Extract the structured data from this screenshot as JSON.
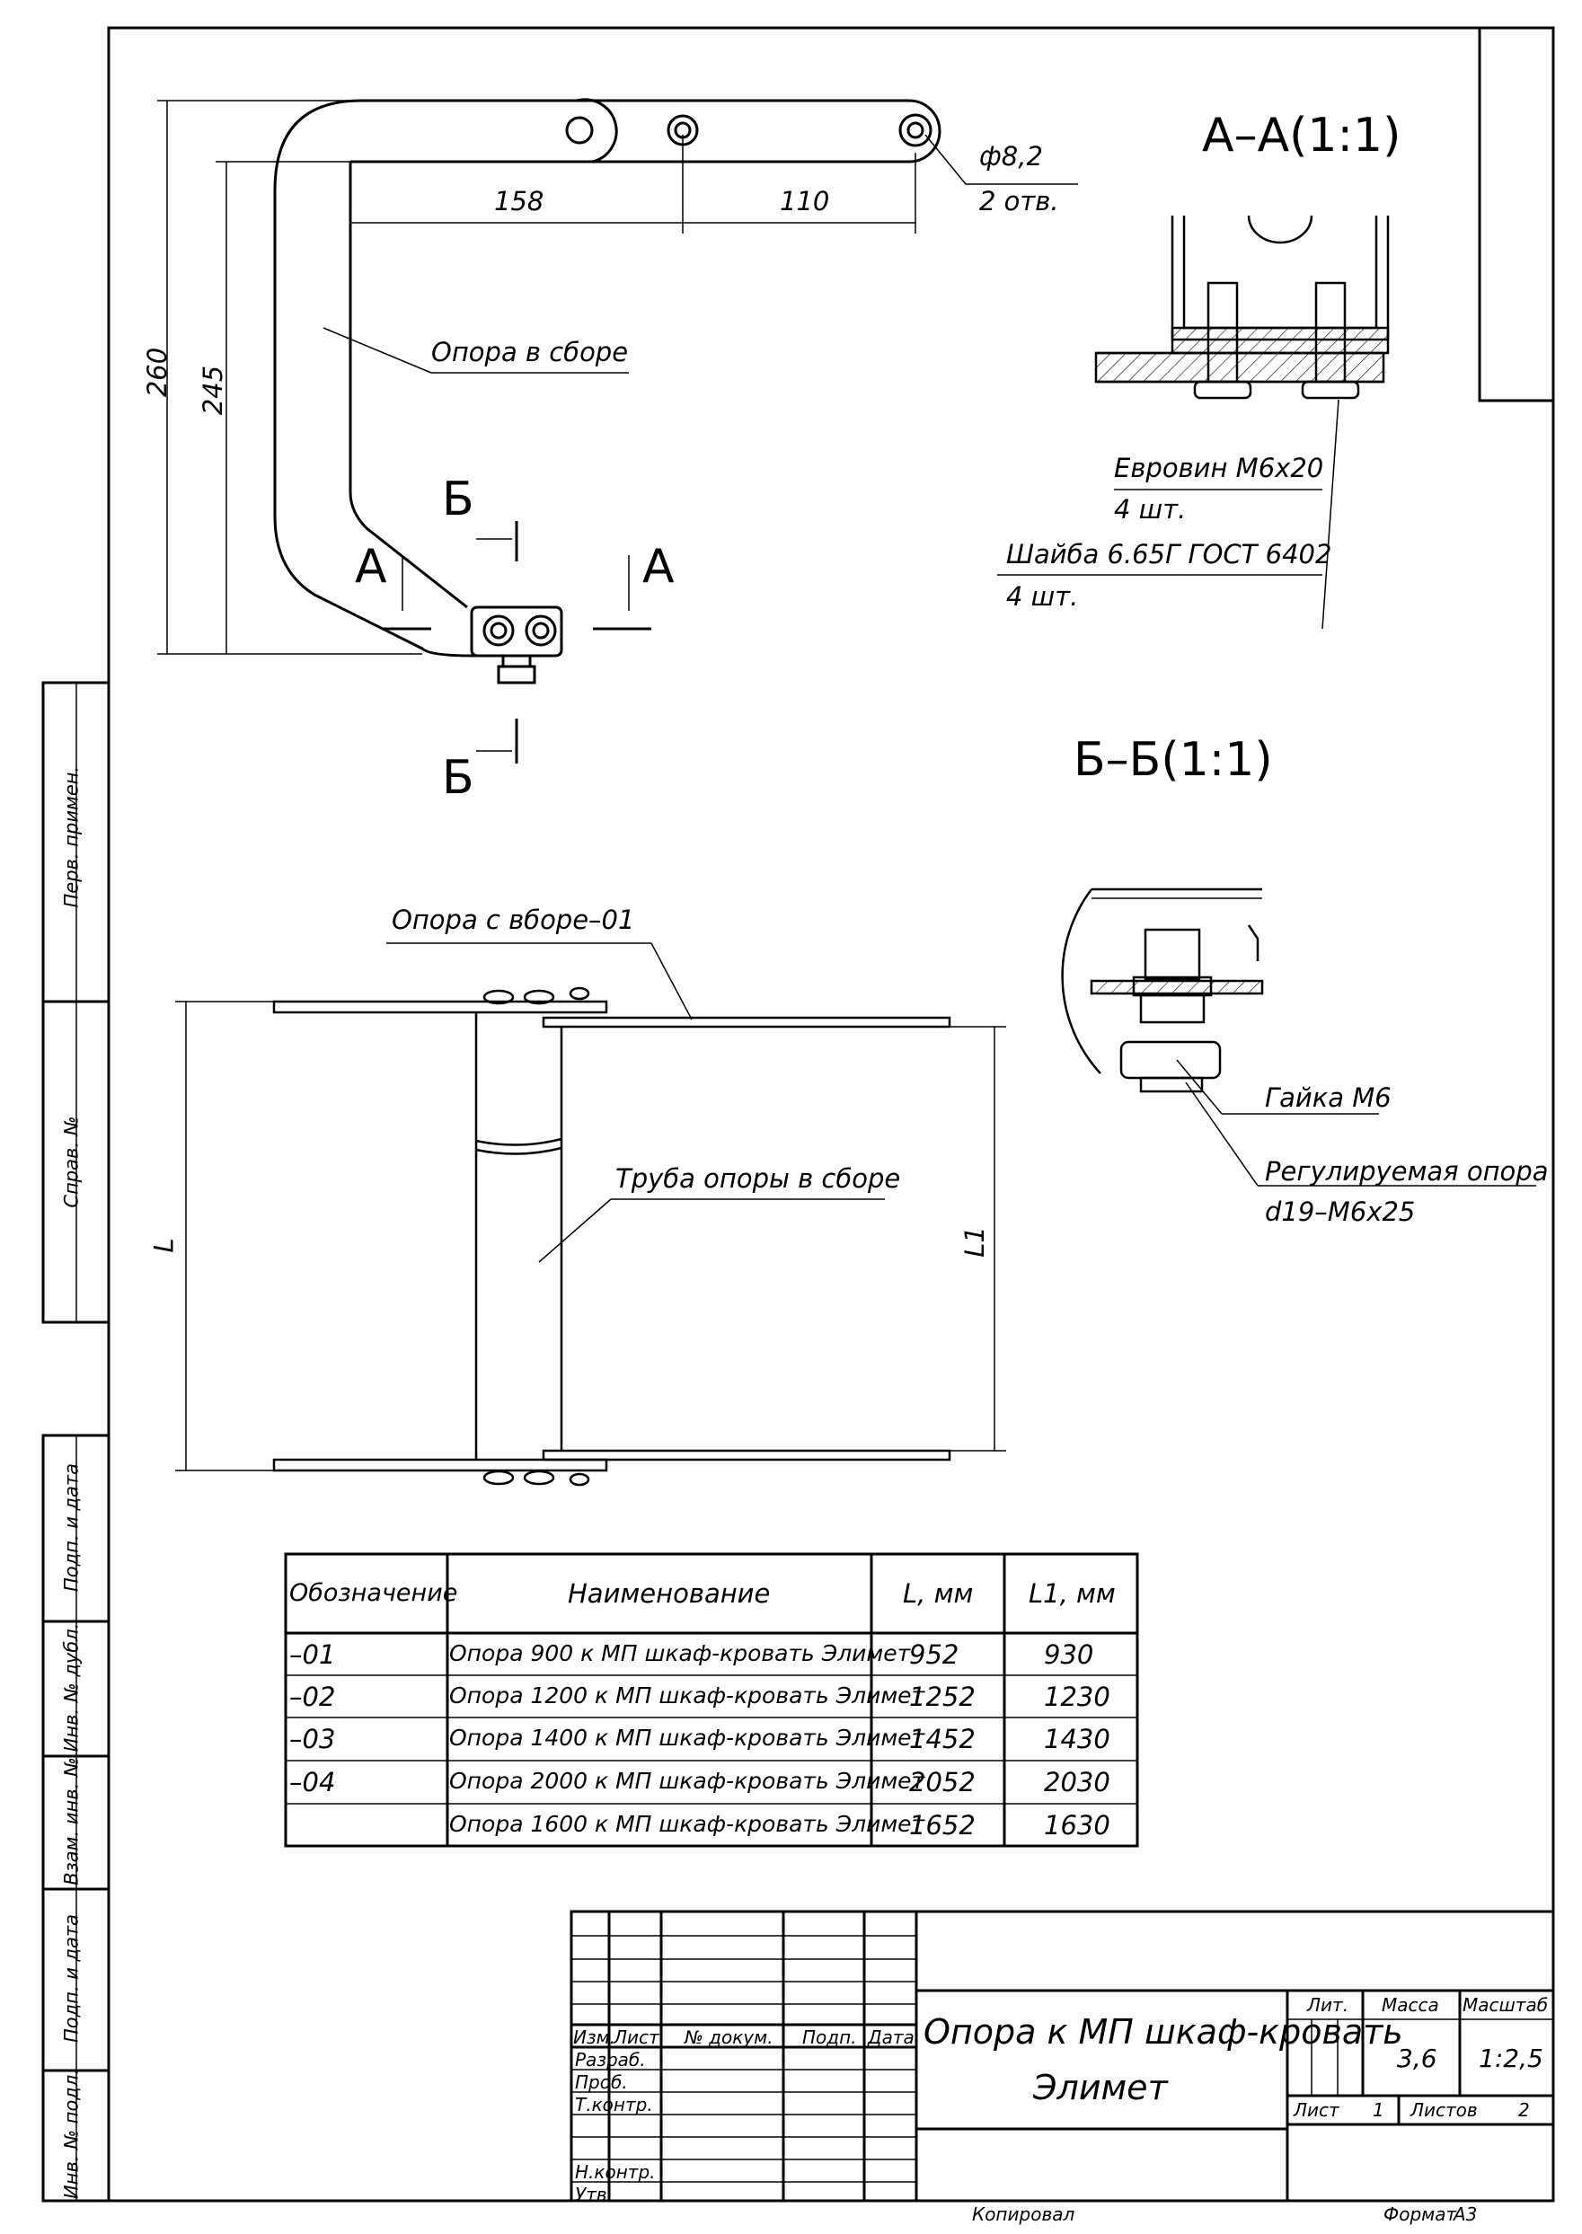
{
  "drawing": {
    "top_view": {
      "dim_158": "158",
      "dim_110": "110",
      "dim_260": "260",
      "dim_245": "245",
      "hole_diameter": "ф8,2",
      "hole_count": "2 отв.",
      "part_label": "Опора в сборе",
      "section_b_top": "Б",
      "section_b_bottom": "Б",
      "section_a_left": "А",
      "section_a_right": "А"
    },
    "section_aa": {
      "title": "А–А(1:1)",
      "euro_screw": "Евровин М6х20",
      "euro_screw_qty": "4 шт.",
      "washer": "Шайба 6.65Г ГОСТ 6402",
      "washer_qty": "4 шт."
    },
    "section_bb": {
      "title": "Б–Б(1:1)",
      "nut": "Гайка М6",
      "foot": "Регулируемая опора",
      "foot_size": "d19–М6х25"
    },
    "front_view": {
      "assembly_label": "Опора с вборе–01",
      "tube_label": "Труба опоры в сборе",
      "dim_L": "L",
      "dim_L1": "L1"
    }
  },
  "variants_table": {
    "headers": [
      "Обозначение",
      "Наименование",
      "L, мм",
      "L1, мм"
    ],
    "rows": [
      [
        "–01",
        "Опора 900 к МП шкаф-кровать Элимет",
        "952",
        "930"
      ],
      [
        "–02",
        "Опора 1200 к МП шкаф-кровать Элимет",
        "1252",
        "1230"
      ],
      [
        "–03",
        "Опора 1400 к МП шкаф-кровать Элимет",
        "1452",
        "1430"
      ],
      [
        "–04",
        "Опора 2000 к МП шкаф-кровать Элимет",
        "2052",
        "2030"
      ],
      [
        "",
        "Опора 1600 к МП шкаф-кровать Элимет",
        "1652",
        "1630"
      ]
    ]
  },
  "side_strip": [
    "Перв. примен.",
    "Справ. №",
    "Подп. и дата",
    "Инв. № дубл.",
    "Взам. инв. №",
    "Подп. и дата",
    "Инв. № подл."
  ],
  "title_block": {
    "col_headers": [
      "Изм.",
      "Лист",
      "№ докум.",
      "Подп.",
      "Дата"
    ],
    "roles": [
      "Разраб.",
      "Проб.",
      "Т.контр.",
      "Н.контр.",
      "Утв."
    ],
    "title_line1": "Опора к МП шкаф-кровать",
    "title_line2": "Элимет",
    "lit_label": "Лит.",
    "mass_label": "Масса",
    "scale_label": "Масштаб",
    "mass": "3,6",
    "scale": "1:2,5",
    "sheet_label": "Лист",
    "sheet_num": "1",
    "sheets_label": "Листов",
    "sheets_num": "2"
  },
  "footer": {
    "copied": "Копировал",
    "format_label": "Формат",
    "format": "А3"
  }
}
